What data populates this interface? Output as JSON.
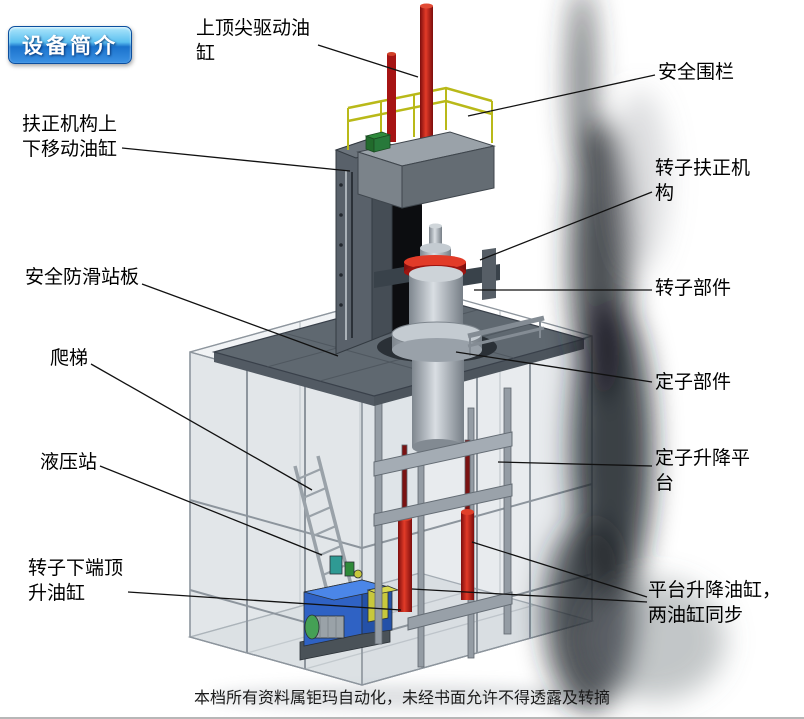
{
  "badge": {
    "label": "设备简介"
  },
  "callouts": {
    "top_spindle_cylinder": "上顶尖驱动油缸",
    "safety_fence": "安全围栏",
    "centering_lift_cylinder": "扶正机构上下移动油缸",
    "rotor_centering_mechanism": "转子扶正机构",
    "anti_slip_platform": "安全防滑站板",
    "rotor_component": "转子部件",
    "ladder": "爬梯",
    "stator_component": "定子部件",
    "hydraulic_station": "液压站",
    "stator_lift_platform": "定子升降平台",
    "rotor_bottom_jack_cylinder": "转子下端顶升油缸",
    "platform_lift_cylinders": "平台升降油缸，两油缸同步"
  },
  "footer": {
    "watermark": "本档所有资料属钜玛自动化，未经书面允许不得透露及转摘"
  },
  "colors": {
    "badge_blue_light": "#aee6fb",
    "badge_blue_dark": "#1a72cc",
    "cylinder_red": "#cc1515",
    "railing_yellow": "#b9b919",
    "hydraulic_blue": "#2f62c4",
    "steel_gray": "#9aa2aa",
    "deck_gray": "#5f6870"
  }
}
